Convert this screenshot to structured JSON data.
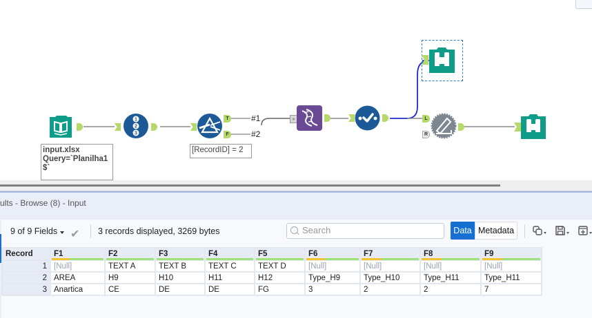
{
  "canvas": {
    "tools": [
      {
        "name": "input-data-tool",
        "icon": "book-icon",
        "color": "#0f9d8a",
        "annotation": [
          "input.xlsx",
          "Query=`Planilha1",
          "$`"
        ]
      },
      {
        "name": "record-id-tool",
        "icon": "numbered-list-icon",
        "color": "#1b5a96"
      },
      {
        "name": "filter-tool",
        "icon": "filter-prism-icon",
        "color": "#1b5a96",
        "annotation": [
          "[RecordID] = 2"
        ],
        "anchors": [
          "T",
          "F"
        ]
      },
      {
        "name": "dynamic-rename-tool",
        "icon": "dna-icon",
        "color": "#6a4a95"
      },
      {
        "name": "select-tool",
        "icon": "select-check-icon",
        "color": "#1b5a96"
      },
      {
        "name": "browse-tool-1",
        "icon": "binoculars-icon",
        "color": "#0f9d8a",
        "selected": true
      },
      {
        "name": "join-tool",
        "icon": "append-pencil-icon",
        "color": "#7c8791",
        "anchors": [
          "L",
          "R"
        ]
      },
      {
        "name": "browse-tool-2",
        "icon": "binoculars-icon",
        "color": "#0f9d8a"
      }
    ],
    "connection_labels": [
      "#1",
      "#2"
    ],
    "filter_annotation": "[RecordID] = 2",
    "input_annotation_lines": [
      "input.xlsx",
      "Query=`Planilha1",
      "$`"
    ],
    "anchor_labels": {
      "true": "T",
      "false": "F",
      "left": "L",
      "right": "R"
    }
  },
  "results": {
    "title": "ults - Browse (8) - Input",
    "fields_selector": "9 of 9 Fields",
    "status": "3 records displayed, 3269 bytes",
    "search_placeholder": "Search",
    "view_tabs": [
      {
        "label": "Data",
        "active": true
      },
      {
        "label": "Metadata",
        "active": false
      }
    ],
    "toolbar_icons": [
      "copy-icon",
      "save-icon",
      "add-column-icon"
    ]
  },
  "table": {
    "columns": [
      "Record",
      "F1",
      "F2",
      "F3",
      "F4",
      "F5",
      "F6",
      "F7",
      "F8",
      "F9"
    ],
    "rows": [
      [
        "1",
        "[Null]",
        "TEXT A",
        "TEXT B",
        "TEXT C",
        "TEXT D",
        "[Null]",
        "[Null]",
        "[Null]",
        "[Null]"
      ],
      [
        "2",
        "AREA",
        "H9",
        "H10",
        "H11",
        "H12",
        "Type_H9",
        "Type_H10",
        "Type_H11",
        "Type_H11"
      ],
      [
        "3",
        "Anartica",
        "CE",
        "DE",
        "DE",
        "FG",
        "3",
        "2",
        "2",
        "7"
      ]
    ],
    "null_display": "[Null]",
    "colors": {
      "header_bg": "#e6ebf5",
      "null_text": "#9aa3b2",
      "type_bar_string": "#9fe27a",
      "type_bar_highlight": "#f5c232"
    }
  },
  "colors": {
    "accent": "#1670d4",
    "teal_tool": "#0f9d8a",
    "blue_tool": "#1b5a96",
    "purple_tool": "#6a4a95",
    "anchor_green": "#b5d96a",
    "selected_wire": "#1f2bd1"
  }
}
